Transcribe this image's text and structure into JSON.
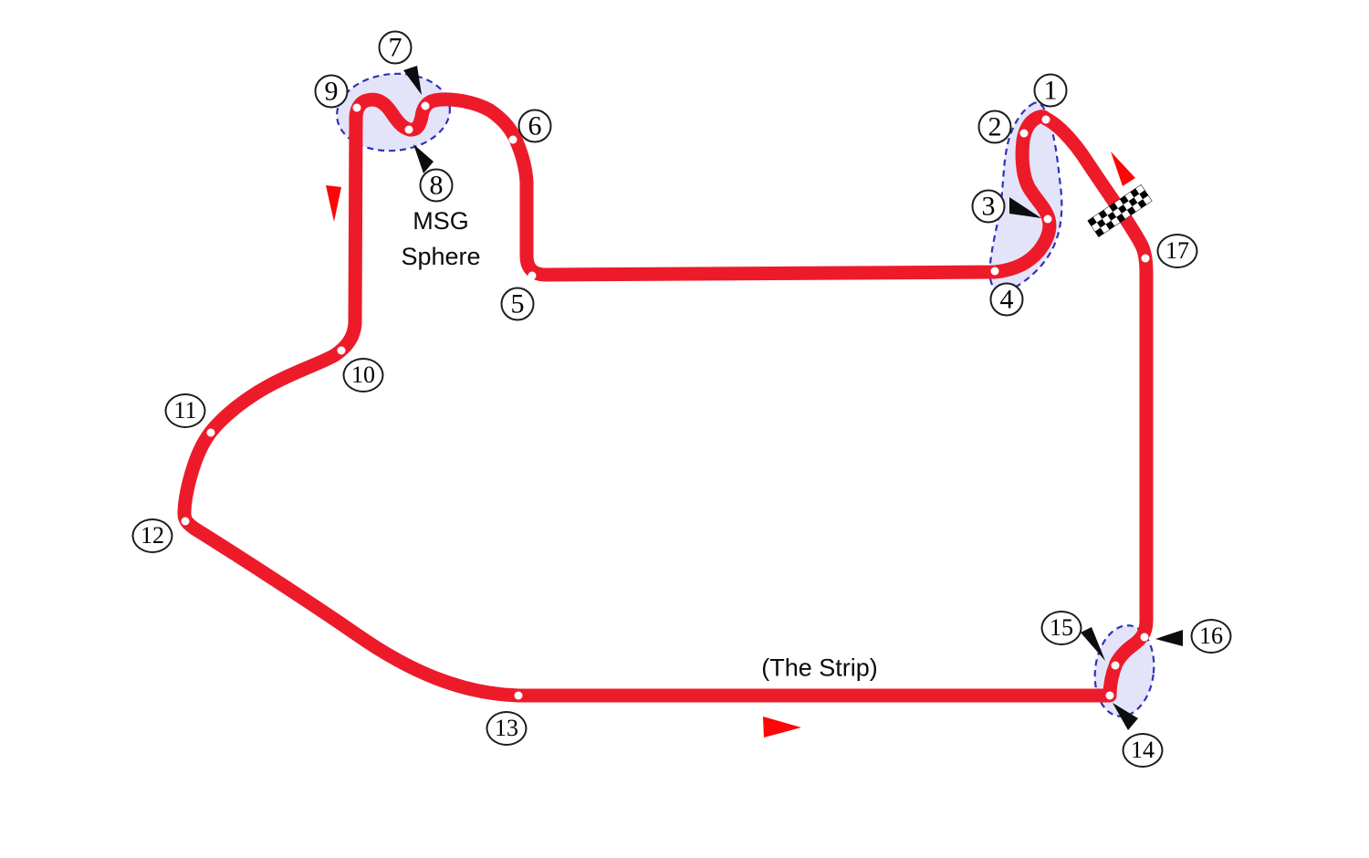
{
  "turns": [
    {
      "number": "1"
    },
    {
      "number": "2"
    },
    {
      "number": "3"
    },
    {
      "number": "4"
    },
    {
      "number": "5"
    },
    {
      "number": "6"
    },
    {
      "number": "7"
    },
    {
      "number": "8"
    },
    {
      "number": "9"
    },
    {
      "number": "10"
    },
    {
      "number": "11"
    },
    {
      "number": "12"
    },
    {
      "number": "13"
    },
    {
      "number": "14"
    },
    {
      "number": "15"
    },
    {
      "number": "16"
    },
    {
      "number": "17"
    }
  ],
  "labels": {
    "msg_sphere_line1": "MSG",
    "msg_sphere_line2": "Sphere",
    "the_strip": "(The Strip)"
  },
  "icons": {
    "start_finish": "checkered-flag-icon",
    "direction_marker": "red-direction-arrow-icon",
    "corner_marker": "white-corner-dot",
    "label_pointer": "black-wedge-pointer"
  },
  "colors": {
    "track_red": "#ed1b2a",
    "arrow_red": "#fb0707",
    "highlight_fill": "#e3e4f9",
    "highlight_stroke": "#3232b6",
    "label_ring": "#1c1c1c",
    "background": "#ffffff"
  }
}
